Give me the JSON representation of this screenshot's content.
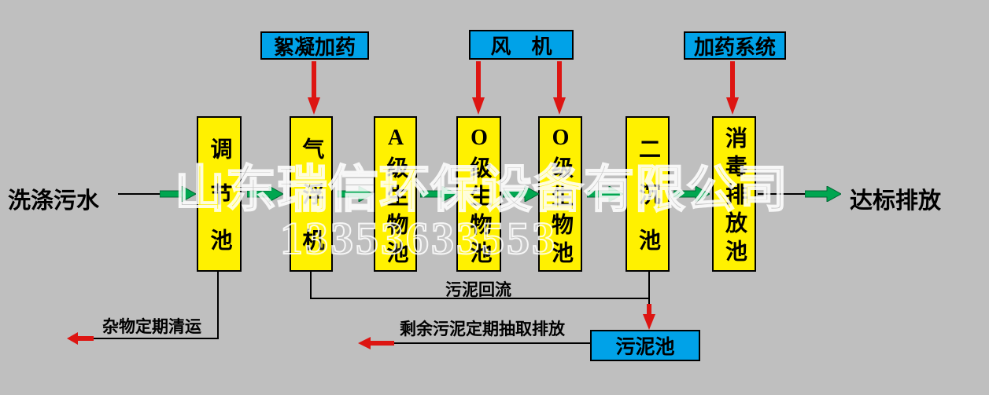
{
  "colors": {
    "background": "#bfbfbf",
    "box_blue": "#00a2e8",
    "box_yellow": "#fff100",
    "arrow_red": "#dd1512",
    "arrow_green": "#00a650",
    "line_black": "#000000"
  },
  "flow": {
    "input_label": "洗涤污水",
    "output_label": "达标排放"
  },
  "top_boxes": [
    {
      "label": "絮凝加药"
    },
    {
      "label": "风　机"
    },
    {
      "label": "加药系统"
    }
  ],
  "process_boxes": [
    {
      "label": "调节池"
    },
    {
      "label": "气浮机"
    },
    {
      "label": "A级生物池"
    },
    {
      "label": "O级生物池"
    },
    {
      "label": "O级生物池"
    },
    {
      "label": "二沉池"
    },
    {
      "label": "消毒排放池"
    }
  ],
  "bottom": {
    "sludge_return_label": "污泥回流",
    "sludge_tank_label": "污泥池",
    "excess_sludge_label": "剩余污泥定期抽取排放",
    "debris_label": "杂物定期清运"
  },
  "watermark": {
    "company": "山东瑞信环保设备有限公司",
    "phone": "13353633553"
  }
}
